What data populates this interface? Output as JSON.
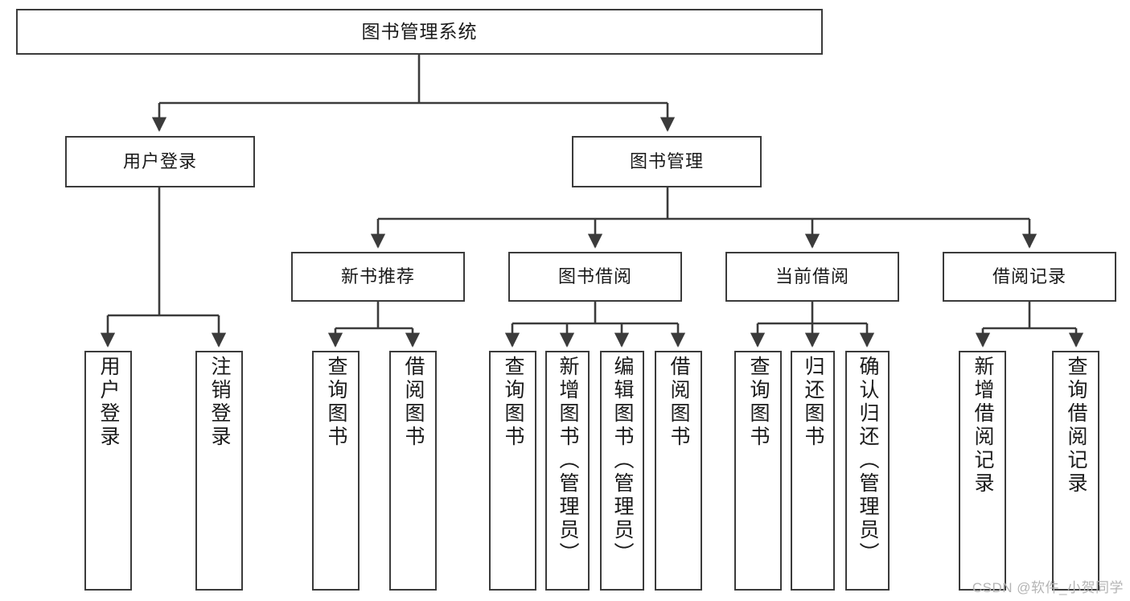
{
  "diagram": {
    "type": "tree-hierarchy-chart",
    "title": "图书管理系统",
    "line_color": "#3b3b3b",
    "box_fill": "#ffffff",
    "text_color": "#1a1a1a",
    "root": {
      "label": "图书管理系统"
    },
    "level2": [
      {
        "label": "用户登录"
      },
      {
        "label": "图书管理"
      }
    ],
    "level3": [
      {
        "label": "新书推荐"
      },
      {
        "label": "图书借阅"
      },
      {
        "label": "当前借阅"
      },
      {
        "label": "借阅记录"
      }
    ],
    "leaves": {
      "user_login": [
        {
          "label": "用户登录"
        },
        {
          "label": "注销登录"
        }
      ],
      "new_book_recommend": [
        {
          "label": "查询图书"
        },
        {
          "label": "借阅图书"
        }
      ],
      "book_borrow": [
        {
          "label": "查询图书"
        },
        {
          "label": "新增图书（管理员）"
        },
        {
          "label": "编辑图书（管理员）"
        },
        {
          "label": "借阅图书"
        }
      ],
      "current_borrow": [
        {
          "label": "查询图书"
        },
        {
          "label": "归还图书"
        },
        {
          "label": "确认归还（管理员）"
        }
      ],
      "borrow_record": [
        {
          "label": "新增借阅记录"
        },
        {
          "label": "查询借阅记录"
        }
      ]
    }
  },
  "watermark": {
    "text": "CSDN @软件_小贺同学"
  }
}
